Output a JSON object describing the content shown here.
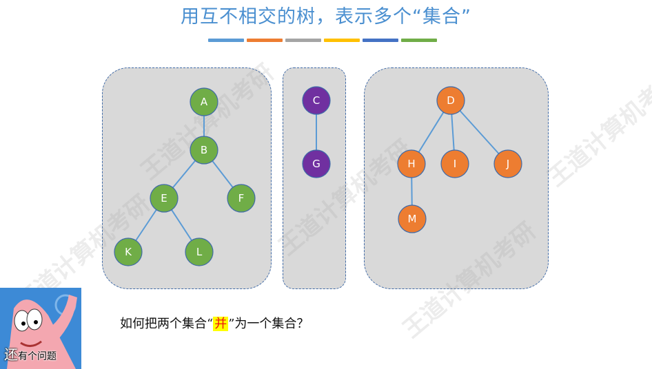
{
  "title": "用互不相交的树，表示多个“集合”",
  "color_bars": [
    "#5b9bd5",
    "#ed7d31",
    "#a5a5a5",
    "#ffc000",
    "#4472c4",
    "#70ad47"
  ],
  "trees": [
    {
      "color": "#70ad47",
      "nodes": [
        {
          "id": "A",
          "label": "A"
        },
        {
          "id": "B",
          "label": "B"
        },
        {
          "id": "E",
          "label": "E"
        },
        {
          "id": "F",
          "label": "F"
        },
        {
          "id": "K",
          "label": "K"
        },
        {
          "id": "L",
          "label": "L"
        }
      ],
      "edges": [
        [
          "A",
          "B"
        ],
        [
          "B",
          "E"
        ],
        [
          "B",
          "F"
        ],
        [
          "E",
          "K"
        ],
        [
          "E",
          "L"
        ]
      ]
    },
    {
      "color": "#7030a0",
      "nodes": [
        {
          "id": "C",
          "label": "C"
        },
        {
          "id": "G",
          "label": "G"
        }
      ],
      "edges": [
        [
          "C",
          "G"
        ]
      ]
    },
    {
      "color": "#ed7d31",
      "nodes": [
        {
          "id": "D",
          "label": "D"
        },
        {
          "id": "H",
          "label": "H"
        },
        {
          "id": "I",
          "label": "I"
        },
        {
          "id": "J",
          "label": "J"
        },
        {
          "id": "M",
          "label": "M"
        }
      ],
      "edges": [
        [
          "D",
          "H"
        ],
        [
          "D",
          "I"
        ],
        [
          "D",
          "J"
        ],
        [
          "H",
          "M"
        ]
      ]
    }
  ],
  "edge_color": "#5b9bd5",
  "question": {
    "before": "如何把两个集合“",
    "highlight": "并",
    "after": "”为一个集合？"
  },
  "sticker": {
    "caption_big": "还",
    "caption": "有个问题"
  }
}
